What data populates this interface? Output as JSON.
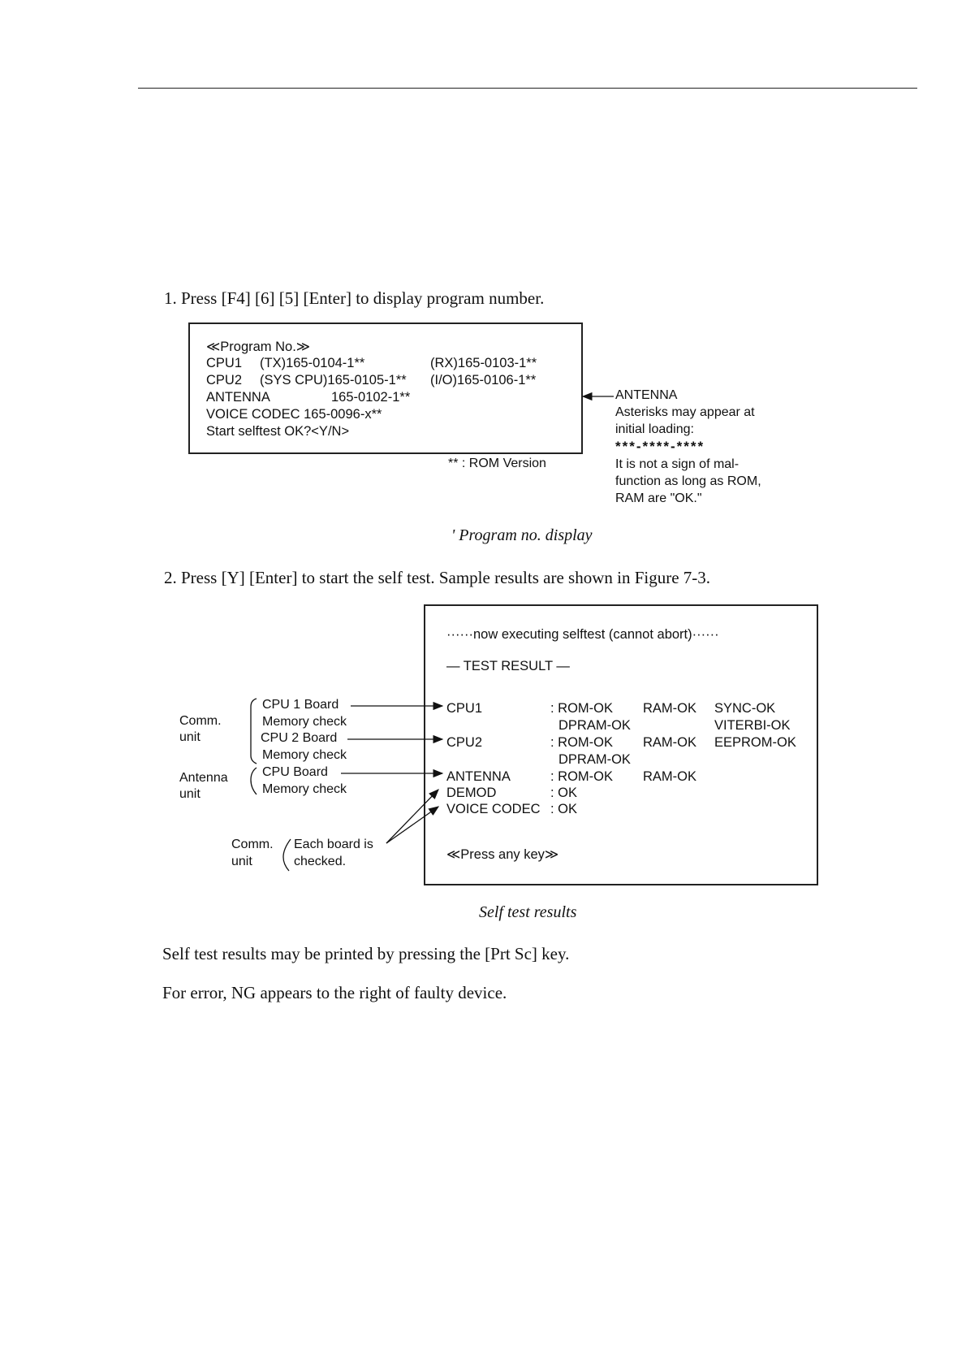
{
  "steps": {
    "step1": "1.  Press [F4] [6] [5] [Enter] to display program number.",
    "step2": "2.  Press [Y] [Enter] to start the self test. Sample results are shown in Figure 7-3."
  },
  "program_screen": {
    "title": "≪Program No.≫",
    "cpu1_label": "CPU1",
    "cpu1_tx": "(TX)165-0104-1**",
    "cpu1_rx": "(RX)165-0103-1**",
    "cpu2_label": "CPU2",
    "cpu2_sys": "(SYS CPU)165-0105-1**",
    "cpu2_io": "(I/O)165-0106-1**",
    "antenna_label": "ANTENNA",
    "antenna_value": "165-0102-1**",
    "voice_codec": "VOICE CODEC 165-0096-x**",
    "prompt": "Start selftest OK?<Y/N>"
  },
  "rom_version_note": "** : ROM Version",
  "antenna_note": {
    "label": "ANTENNA",
    "line1": "Asterisks may appear at",
    "line2": "initial loading:",
    "line3": "***-****-****",
    "line4": "It is not a sign of mal-",
    "line5": "function as long as ROM,",
    "line6": "RAM are \"OK.\""
  },
  "caption1": "' Program no. display",
  "selftest_screen": {
    "executing": "······now executing selftest (cannot abort)······",
    "result_header": "— TEST RESULT —",
    "rows": [
      {
        "name": "CPU1",
        "c1": ": ROM-OK",
        "c2": "RAM-OK",
        "c3": "SYNC-OK"
      },
      {
        "name": "",
        "c1": "DPRAM-OK",
        "c2": "",
        "c3": "VITERBI-OK"
      },
      {
        "name": "CPU2",
        "c1": ": ROM-OK",
        "c2": "RAM-OK",
        "c3": "EEPROM-OK"
      },
      {
        "name": "",
        "c1": "DPRAM-OK",
        "c2": "",
        "c3": ""
      },
      {
        "name": "ANTENNA",
        "c1": ": ROM-OK",
        "c2": "RAM-OK",
        "c3": ""
      },
      {
        "name": "DEMOD",
        "c1": ": OK",
        "c2": "",
        "c3": ""
      },
      {
        "name": "VOICE CODEC",
        "c1": ": OK",
        "c2": "",
        "c3": ""
      }
    ],
    "press_key": "≪Press any key≫"
  },
  "left_labels": {
    "comm_unit_1": "Comm.",
    "comm_unit_2": "unit",
    "cpu1_board": "CPU 1 Board",
    "memory_check_1": "Memory check",
    "cpu2_board": "CPU 2 Board",
    "memory_check_2": "Memory check",
    "antenna_unit_1": "Antenna",
    "antenna_unit_2": "unit",
    "cpu_board": "CPU Board",
    "memory_check_3": "Memory check",
    "comm2_1": "Comm.",
    "comm2_2": "unit",
    "each_board_1": "Each board is",
    "each_board_2": "checked."
  },
  "caption2": "Self test results",
  "paragraph1": "Self test results may be printed by pressing the [Prt Sc] key.",
  "paragraph2": "For error, NG appears to the right of faulty device."
}
